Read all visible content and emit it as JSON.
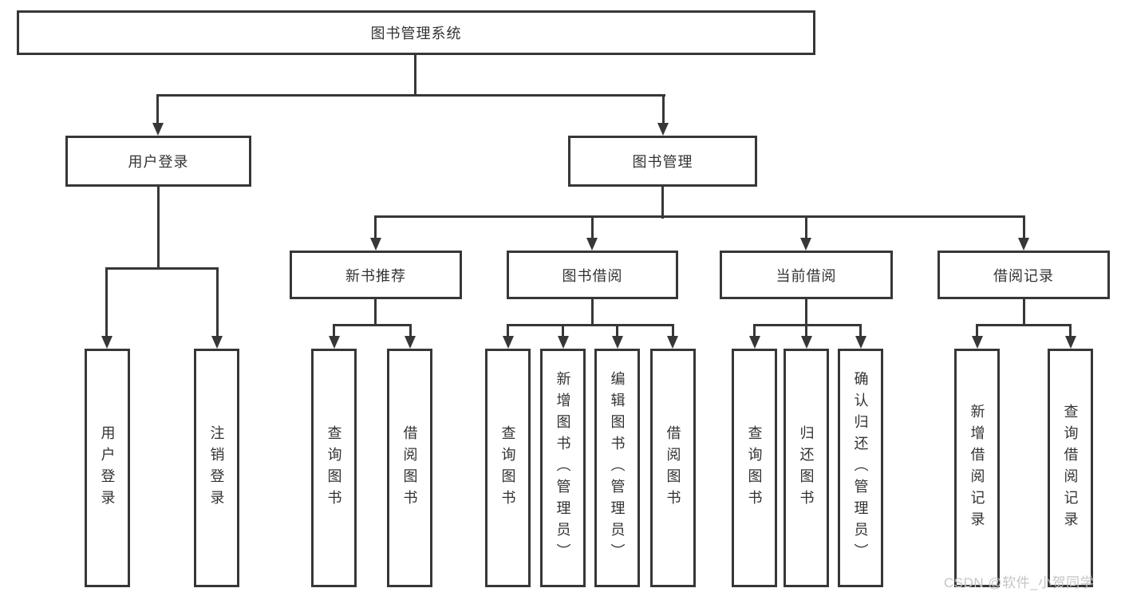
{
  "diagram": {
    "type": "tree-flowchart",
    "colors": {
      "line": "#373737",
      "text": "#333333",
      "box_fill": "#ffffff",
      "watermark": "#c5c5c5"
    },
    "tree": {
      "label": "图书管理系统",
      "children": [
        {
          "label": "用户登录",
          "children": [
            {
              "label": "用户登录"
            },
            {
              "label": "注销登录"
            }
          ]
        },
        {
          "label": "图书管理",
          "children": [
            {
              "label": "新书推荐",
              "children": [
                {
                  "label": "查询图书"
                },
                {
                  "label": "借阅图书"
                }
              ]
            },
            {
              "label": "图书借阅",
              "children": [
                {
                  "label": "查询图书"
                },
                {
                  "label": "新增图书（管理员）"
                },
                {
                  "label": "编辑图书（管理员）"
                },
                {
                  "label": "借阅图书"
                }
              ]
            },
            {
              "label": "当前借阅",
              "children": [
                {
                  "label": "查询图书"
                },
                {
                  "label": "归还图书"
                },
                {
                  "label": "确认归还（管理员）"
                }
              ]
            },
            {
              "label": "借阅记录",
              "children": [
                {
                  "label": "新增借阅记录"
                },
                {
                  "label": "查询借阅记录"
                }
              ]
            }
          ]
        }
      ]
    },
    "watermark": "CSDN @软件_小贺同学"
  }
}
